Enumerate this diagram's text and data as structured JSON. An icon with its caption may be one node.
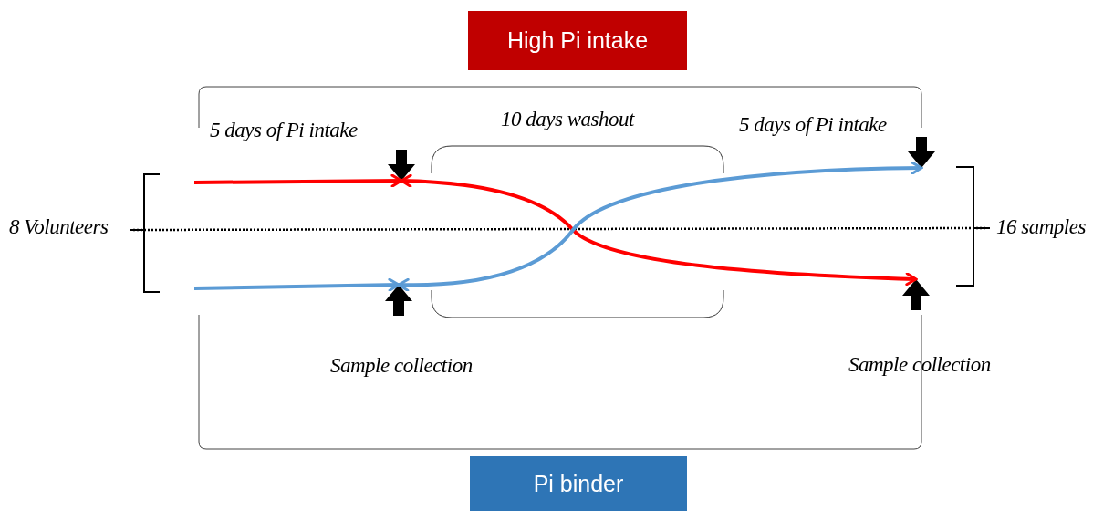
{
  "diagram": {
    "nodes": [
      {
        "text": [
          "High Pi intake"
        ]
      },
      {
        "text": [
          "Pi binder"
        ]
      },
      {
        "text": [],
        "shape": "arrow"
      },
      {
        "text": [],
        "shape": "arrow",
        "beside": [
          "Sample collection"
        ]
      },
      {
        "text": [],
        "shape": "arrow"
      },
      {
        "text": [],
        "shape": "arrow",
        "beside": [
          "Sample collection"
        ]
      }
    ],
    "edges": [
      {
        "from": null,
        "to": 2,
        "arrow": "to",
        "color": "#ff0000"
      },
      {
        "from": 2,
        "to": 5,
        "arrow": "both",
        "color": "#ff0000"
      },
      {
        "from": null,
        "to": 3,
        "arrow": "to",
        "color": "#5b9bd5"
      },
      {
        "from": 3,
        "to": 4,
        "arrow": "both",
        "color": "#5b9bd5"
      }
    ],
    "labels": [
      "10 days washout",
      "5 days of Pi intake",
      "5 days of Pi intake",
      "8 Volunteers",
      "16 samples"
    ]
  }
}
